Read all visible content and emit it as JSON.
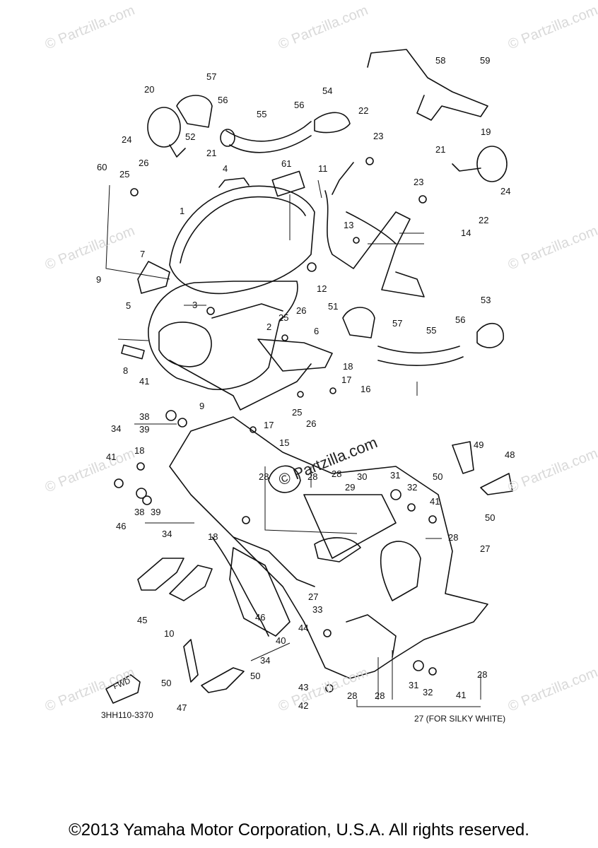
{
  "watermark": "© Partzilla.com",
  "center_watermark": "© Partzilla.com",
  "diagram_code": "3HH110-3370",
  "note": "27 (FOR SILKY WHITE)",
  "fwd_label": "FWD",
  "copyright": "©2013 Yamaha Motor Corporation, U.S.A. All rights reserved.",
  "callouts": [
    "1",
    "2",
    "3",
    "4",
    "5",
    "6",
    "7",
    "8",
    "9",
    "9",
    "10",
    "11",
    "12",
    "13",
    "14",
    "15",
    "16",
    "17",
    "17",
    "18",
    "18",
    "18",
    "19",
    "20",
    "21",
    "21",
    "22",
    "22",
    "23",
    "23",
    "24",
    "24",
    "25",
    "25",
    "25",
    "26",
    "26",
    "26",
    "27",
    "27",
    "28",
    "28",
    "28",
    "28",
    "28",
    "28",
    "28",
    "29",
    "30",
    "31",
    "31",
    "32",
    "32",
    "33",
    "34",
    "34",
    "34",
    "38",
    "38",
    "39",
    "39",
    "40",
    "41",
    "41",
    "41",
    "41",
    "42",
    "43",
    "44",
    "45",
    "46",
    "46",
    "47",
    "48",
    "49",
    "50",
    "50",
    "50",
    "50",
    "51",
    "52",
    "53",
    "54",
    "55",
    "55",
    "56",
    "56",
    "56",
    "57",
    "57",
    "58",
    "59",
    "60",
    "61"
  ]
}
